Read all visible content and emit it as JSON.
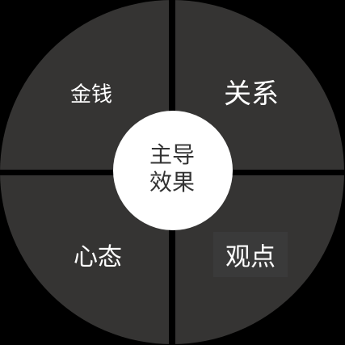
{
  "colors": {
    "background": "#000000",
    "quadrant_fill": "#353433",
    "divider": "#000000",
    "center_fill": "#ffffff",
    "quadrant_text": "#ffffff",
    "center_text": "#333333",
    "highlight_box": "#3a3a3a"
  },
  "quadrants": {
    "top_left": "金钱",
    "top_right": "关系",
    "bottom_left": "心态",
    "bottom_right": "观点"
  },
  "center": {
    "line1": "主导",
    "line2": "效果"
  }
}
